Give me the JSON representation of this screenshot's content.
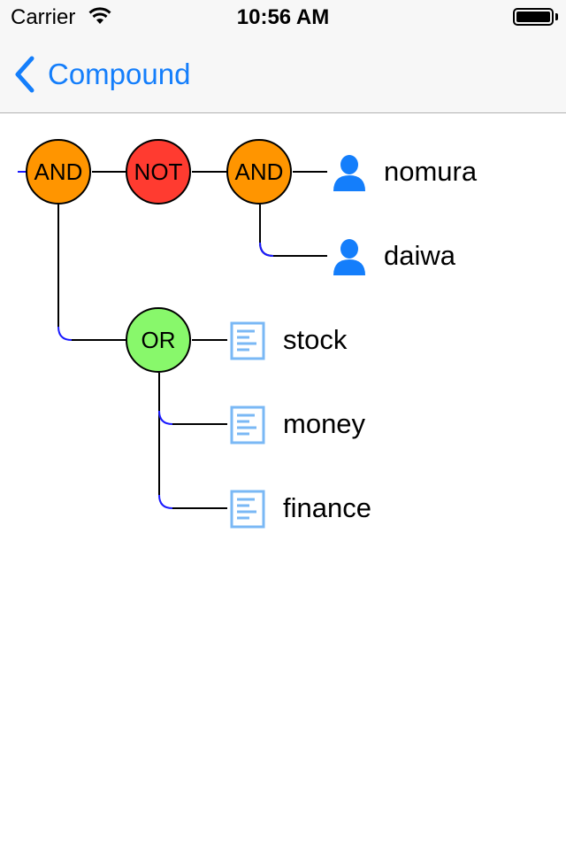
{
  "status_bar": {
    "carrier": "Carrier",
    "time": "10:56 AM"
  },
  "nav": {
    "back_label": "Compound"
  },
  "colors": {
    "accent": "#147efb",
    "and_node": "#ff9500",
    "not_node": "#ff3b30",
    "or_node": "#88f86b",
    "user_icon": "#147efb",
    "doc_icon": "#7ab8f5",
    "connector_curve": "#1a1aff"
  },
  "tree": {
    "operators": {
      "and_root": "AND",
      "not": "NOT",
      "and_inner": "AND",
      "or": "OR"
    },
    "leaves": {
      "user_1": {
        "label": "nomura",
        "icon": "user-icon"
      },
      "user_2": {
        "label": "daiwa",
        "icon": "user-icon"
      },
      "doc_1": {
        "label": "stock",
        "icon": "document-icon"
      },
      "doc_2": {
        "label": "money",
        "icon": "document-icon"
      },
      "doc_3": {
        "label": "finance",
        "icon": "document-icon"
      }
    }
  }
}
